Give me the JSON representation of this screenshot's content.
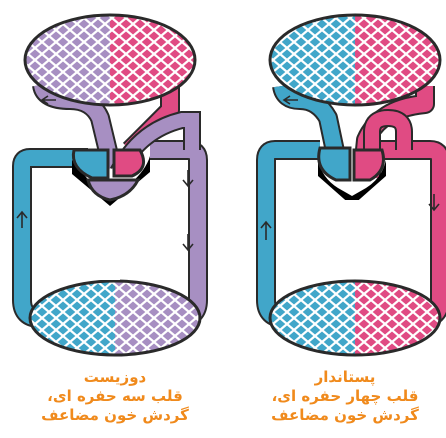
{
  "colors": {
    "deoxygenated": "#41a6c9",
    "oxygenated": "#e04b83",
    "mixed": "#a78fc2",
    "outline": "#2a2a2a",
    "heart": "#000000",
    "caption": "#f08a1c"
  },
  "captions": {
    "left": {
      "line1": "دوزیست",
      "line2": "قلب سه حفره ای،",
      "line3": "گردش خون مضاعف"
    },
    "right": {
      "line1": "پستاندار",
      "line2": "قلب چهار حفره ای،",
      "line3": "گردش خون مضاعف"
    }
  }
}
